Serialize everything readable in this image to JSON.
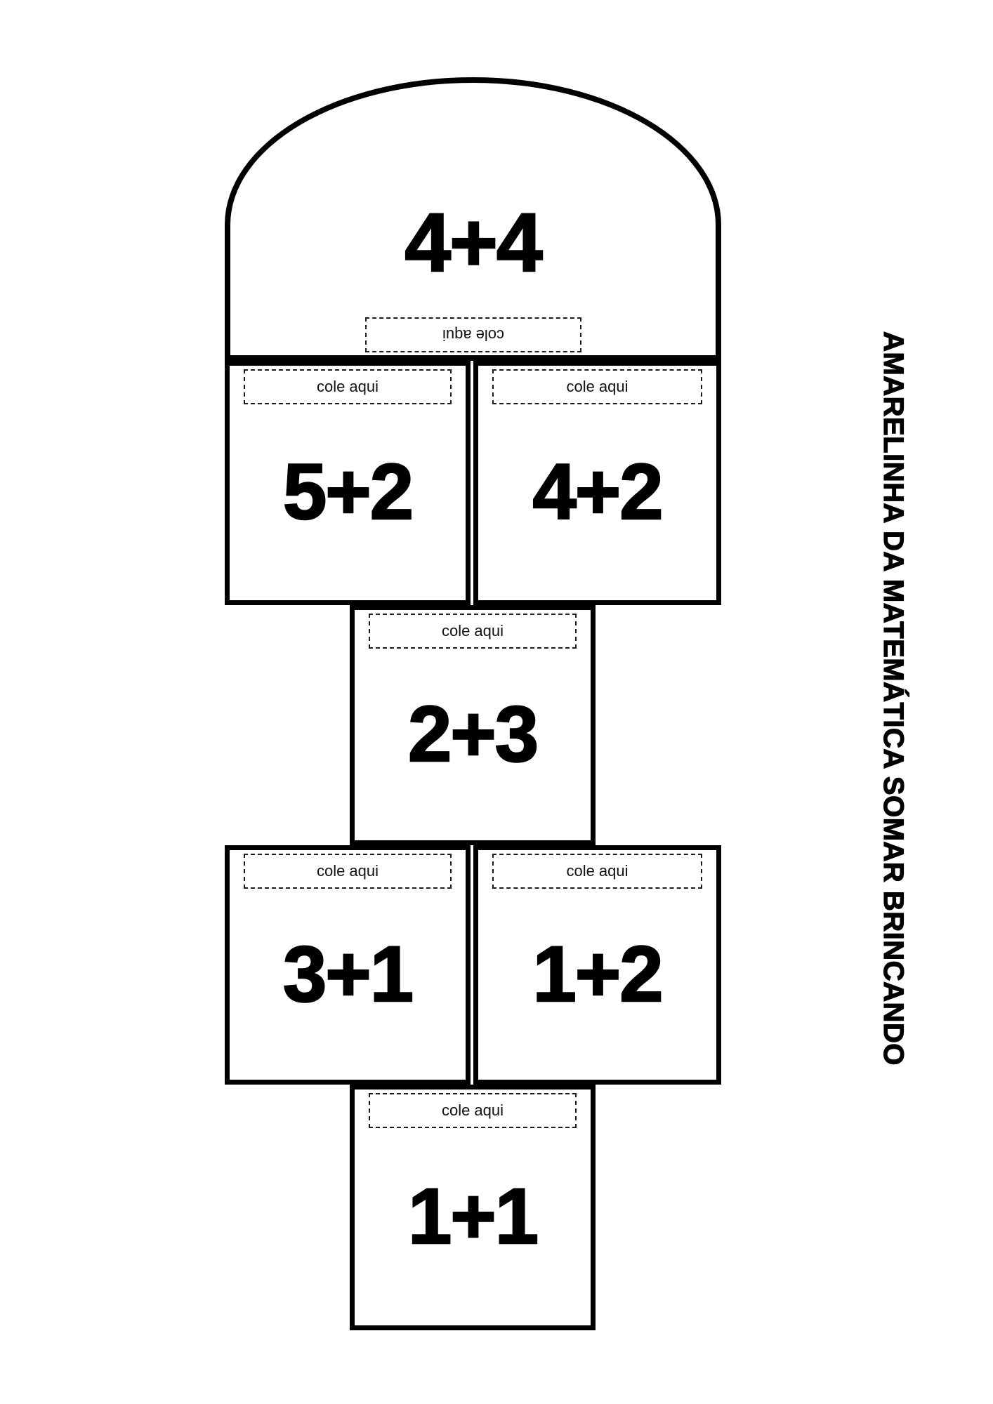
{
  "page": {
    "title_vertical": "AMARELINHA DA MATEMÁTICA SOMAR BRINCANDO",
    "paste_label": "cole aqui"
  },
  "cells": {
    "dome": {
      "expression": "4+4"
    },
    "row1_left": {
      "expression": "5+2"
    },
    "row1_right": {
      "expression": "4+2"
    },
    "mid": {
      "expression": "2+3"
    },
    "row2_left": {
      "expression": "3+1"
    },
    "row2_right": {
      "expression": "1+2"
    },
    "bottom": {
      "expression": "1+1"
    }
  },
  "colors": {
    "ink": "#000000",
    "paper": "#ffffff"
  }
}
